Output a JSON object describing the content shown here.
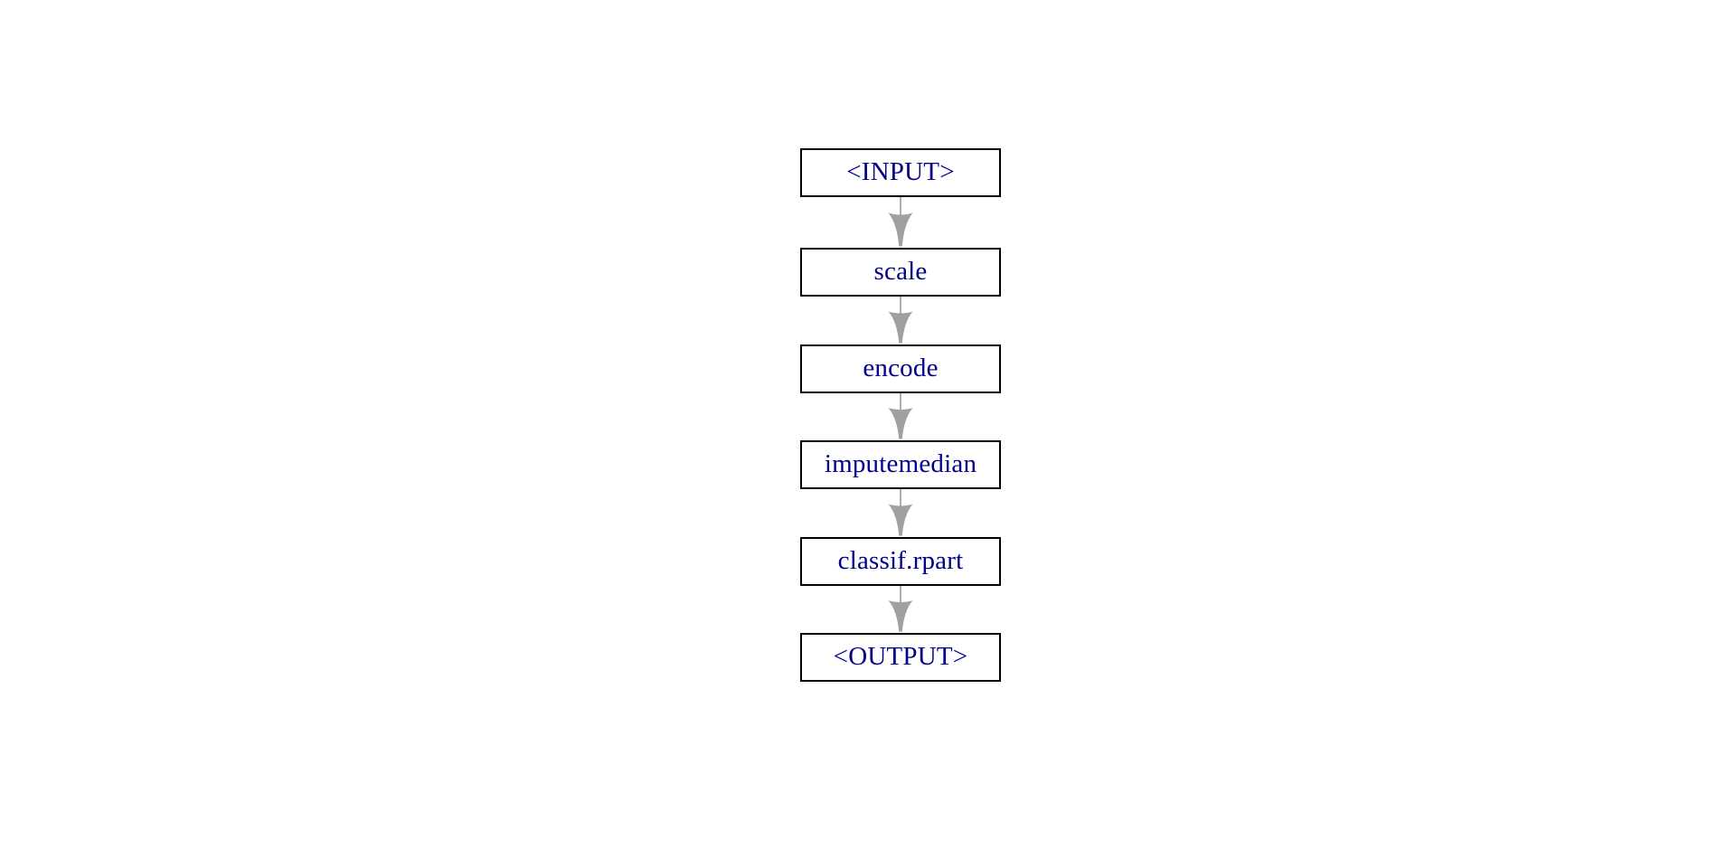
{
  "diagram": {
    "type": "pipeline-flowchart",
    "direction": "top-down",
    "nodes": [
      {
        "id": "input",
        "label": "<INPUT>"
      },
      {
        "id": "scale",
        "label": "scale"
      },
      {
        "id": "encode",
        "label": "encode"
      },
      {
        "id": "imputemedian",
        "label": "imputemedian"
      },
      {
        "id": "classif.rpart",
        "label": "classif.rpart"
      },
      {
        "id": "output",
        "label": "<OUTPUT>"
      }
    ],
    "edges": [
      {
        "from": "input",
        "to": "scale"
      },
      {
        "from": "scale",
        "to": "encode"
      },
      {
        "from": "encode",
        "to": "imputemedian"
      },
      {
        "from": "imputemedian",
        "to": "classif.rpart"
      },
      {
        "from": "classif.rpart",
        "to": "output"
      }
    ],
    "colors": {
      "background": "#ffffff",
      "node_fill": "#ffffff",
      "node_border": "#000000",
      "label": "#00008b",
      "arrow": "#a0a0a0"
    }
  }
}
